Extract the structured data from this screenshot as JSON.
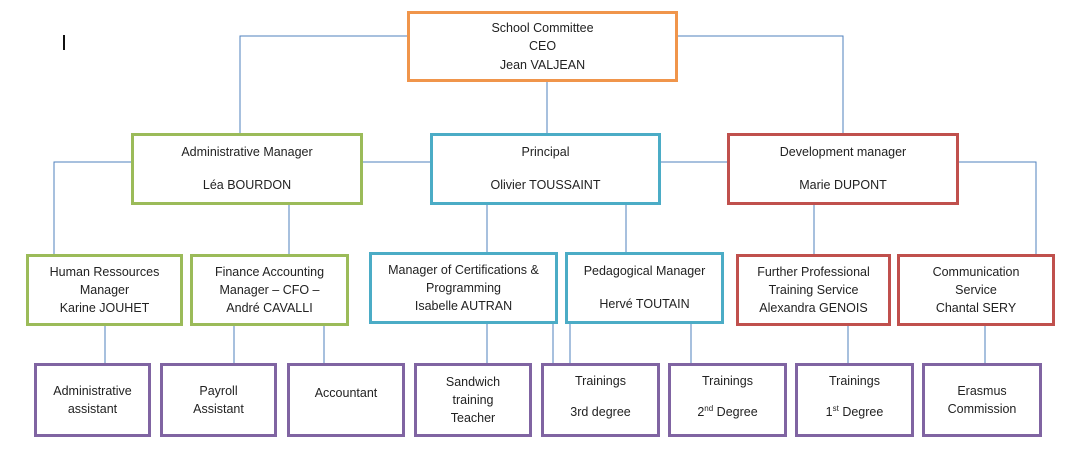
{
  "colors": {
    "ceo": "#F0954B",
    "admin": "#9BBB59",
    "principal": "#4BACC6",
    "development": "#C0504D",
    "staff": "#8064A2",
    "connector": "#4F81BD"
  },
  "org": {
    "ceo": {
      "title": "School Committee",
      "role": "CEO",
      "name": "Jean VALJEAN"
    },
    "admin": {
      "title": "Administrative Manager",
      "name": "Léa BOURDON"
    },
    "principal": {
      "title": "Principal",
      "name": "Olivier TOUSSAINT"
    },
    "development": {
      "title": "Development manager",
      "name": "Marie DUPONT"
    },
    "hr": {
      "line1": "Human Ressources",
      "line2": "Manager",
      "name": "Karine JOUHET"
    },
    "finance": {
      "line1": "Finance Accounting",
      "line2": "Manager – CFO –",
      "name": "André CAVALLI"
    },
    "certifications": {
      "line1": "Manager of Certifications &",
      "line2": "Programming",
      "name": "Isabelle AUTRAN"
    },
    "pedagogical": {
      "title": "Pedagogical Manager",
      "name": "Hervé TOUTAIN"
    },
    "further": {
      "line1": "Further Professional",
      "line2": "Training Service",
      "name": "Alexandra GENOIS"
    },
    "communication": {
      "line1": "Communication",
      "line2": "Service",
      "name": "Chantal SERY"
    },
    "admin_assistant": {
      "line1": "Administrative",
      "line2": "assistant"
    },
    "payroll": {
      "line1": "Payroll",
      "line2": "Assistant"
    },
    "accountant": {
      "line1": "Accountant"
    },
    "sandwich": {
      "line1": "Sandwich",
      "line2": "training",
      "line3": "Teacher"
    },
    "trainings3": {
      "line1": "Trainings",
      "line2": "3rd degree"
    },
    "trainings2": {
      "line1": "Trainings",
      "num": "2",
      "sup": "nd",
      "rest": " Degree"
    },
    "trainings1": {
      "line1": "Trainings",
      "num": "1",
      "sup": "st",
      "rest": " Degree"
    },
    "erasmus": {
      "line1": "Erasmus",
      "line2": "Commission"
    }
  }
}
